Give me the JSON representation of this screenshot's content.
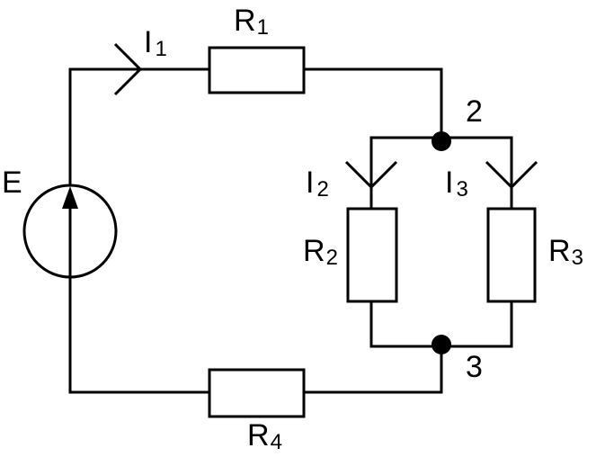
{
  "source": {
    "label": "E"
  },
  "resistors": [
    {
      "letter": "R",
      "index": "1"
    },
    {
      "letter": "R",
      "index": "2"
    },
    {
      "letter": "R",
      "index": "3"
    },
    {
      "letter": "R",
      "index": "4"
    }
  ],
  "currents": [
    {
      "letter": "I",
      "index": "1"
    },
    {
      "letter": "I",
      "index": "2"
    },
    {
      "letter": "I",
      "index": "3"
    }
  ],
  "nodes": [
    {
      "label": "2"
    },
    {
      "label": "3"
    }
  ]
}
